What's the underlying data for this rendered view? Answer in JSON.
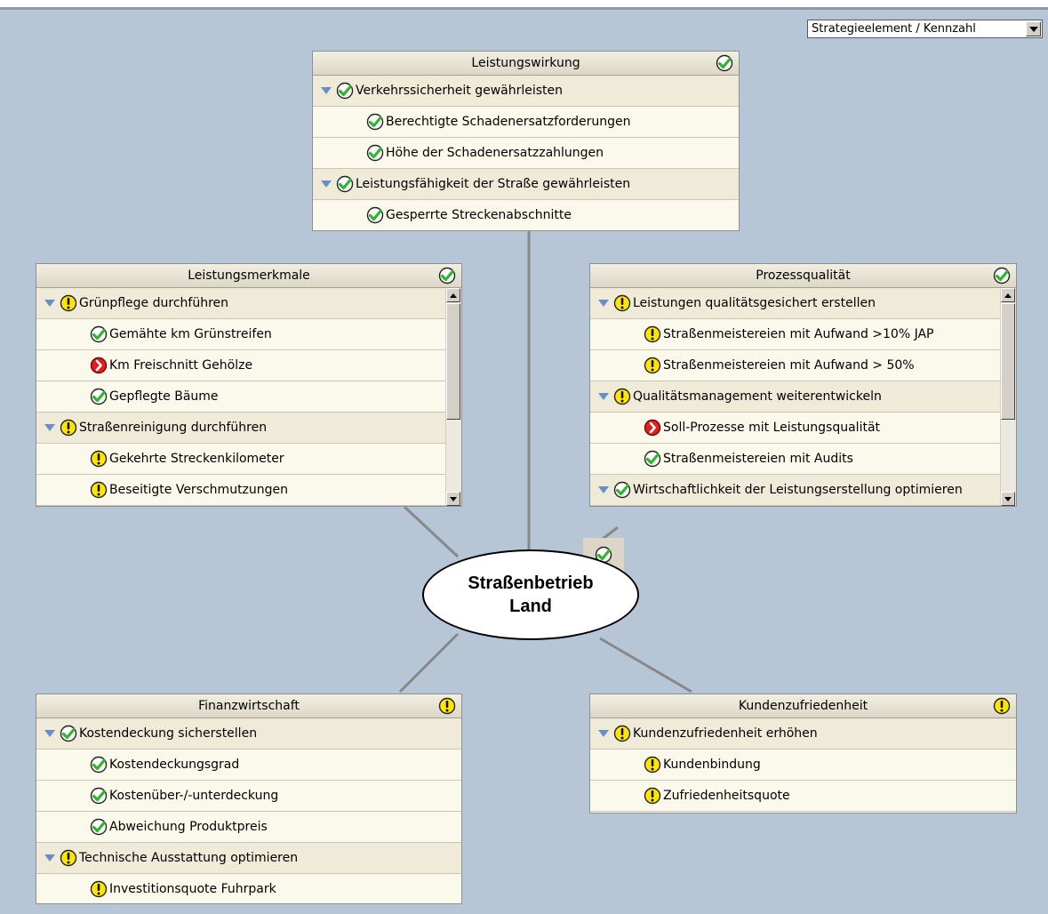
{
  "dropdown": {
    "value": "Strategieelement / Kennzahl"
  },
  "center": {
    "line1": "Straßenbetrieb",
    "line2": "Land",
    "status": "ok"
  },
  "panels": {
    "leistungswirkung": {
      "title": "Leistungswirkung",
      "status": "ok",
      "rows": [
        {
          "type": "group",
          "label": "Verkehrssicherheit gewährleisten",
          "status": "ok"
        },
        {
          "type": "item",
          "label": "Berechtigte Schadenersatzforderungen",
          "status": "ok"
        },
        {
          "type": "item",
          "label": "Höhe der Schadenersatzzahlungen",
          "status": "ok"
        },
        {
          "type": "group",
          "label": "Leistungsfähigkeit der Straße gewährleisten",
          "status": "ok"
        },
        {
          "type": "item",
          "label": "Gesperrte Streckenabschnitte",
          "status": "ok"
        }
      ]
    },
    "leistungsmerkmale": {
      "title": "Leistungsmerkmale",
      "status": "ok",
      "rows": [
        {
          "type": "group",
          "label": "Grünpflege durchführen",
          "status": "warn"
        },
        {
          "type": "item",
          "label": "Gemähte km Grünstreifen",
          "status": "ok"
        },
        {
          "type": "item",
          "label": "Km Freischnitt Gehölze",
          "status": "bad"
        },
        {
          "type": "item",
          "label": "Gepflegte Bäume",
          "status": "ok"
        },
        {
          "type": "group",
          "label": "Straßenreinigung durchführen",
          "status": "warn"
        },
        {
          "type": "item",
          "label": "Gekehrte Streckenkilometer",
          "status": "warn"
        },
        {
          "type": "item",
          "label": "Beseitigte Verschmutzungen",
          "status": "warn"
        }
      ]
    },
    "prozessqualitaet": {
      "title": "Prozessqualität",
      "status": "ok",
      "rows": [
        {
          "type": "group",
          "label": "Leistungen qualitätsgesichert erstellen",
          "status": "warn"
        },
        {
          "type": "item",
          "label": "Straßenmeistereien mit Aufwand >10% JAP",
          "status": "warn"
        },
        {
          "type": "item",
          "label": "Straßenmeistereien mit Aufwand > 50%",
          "status": "warn"
        },
        {
          "type": "group",
          "label": "Qualitätsmanagement weiterentwickeln",
          "status": "warn"
        },
        {
          "type": "item",
          "label": "Soll-Prozesse mit Leistungsqualität",
          "status": "bad"
        },
        {
          "type": "item",
          "label": "Straßenmeistereien mit Audits",
          "status": "ok"
        },
        {
          "type": "group",
          "label": "Wirtschaftlichkeit der Leistungserstellung optimieren",
          "status": "ok"
        }
      ]
    },
    "finanzwirtschaft": {
      "title": "Finanzwirtschaft",
      "status": "warn",
      "rows": [
        {
          "type": "group",
          "label": "Kostendeckung sicherstellen",
          "status": "ok"
        },
        {
          "type": "item",
          "label": "Kostendeckungsgrad",
          "status": "ok"
        },
        {
          "type": "item",
          "label": "Kostenüber-/-unterdeckung",
          "status": "ok"
        },
        {
          "type": "item",
          "label": "Abweichung Produktpreis",
          "status": "ok"
        },
        {
          "type": "group",
          "label": "Technische Ausstattung optimieren",
          "status": "warn"
        },
        {
          "type": "item",
          "label": "Investitionsquote Fuhrpark",
          "status": "warn"
        }
      ]
    },
    "kundenzufriedenheit": {
      "title": "Kundenzufriedenheit",
      "status": "warn",
      "rows": [
        {
          "type": "group",
          "label": "Kundenzufriedenheit erhöhen",
          "status": "warn"
        },
        {
          "type": "item",
          "label": "Kundenbindung",
          "status": "warn"
        },
        {
          "type": "item",
          "label": "Zufriedenheitsquote",
          "status": "warn"
        }
      ]
    }
  }
}
